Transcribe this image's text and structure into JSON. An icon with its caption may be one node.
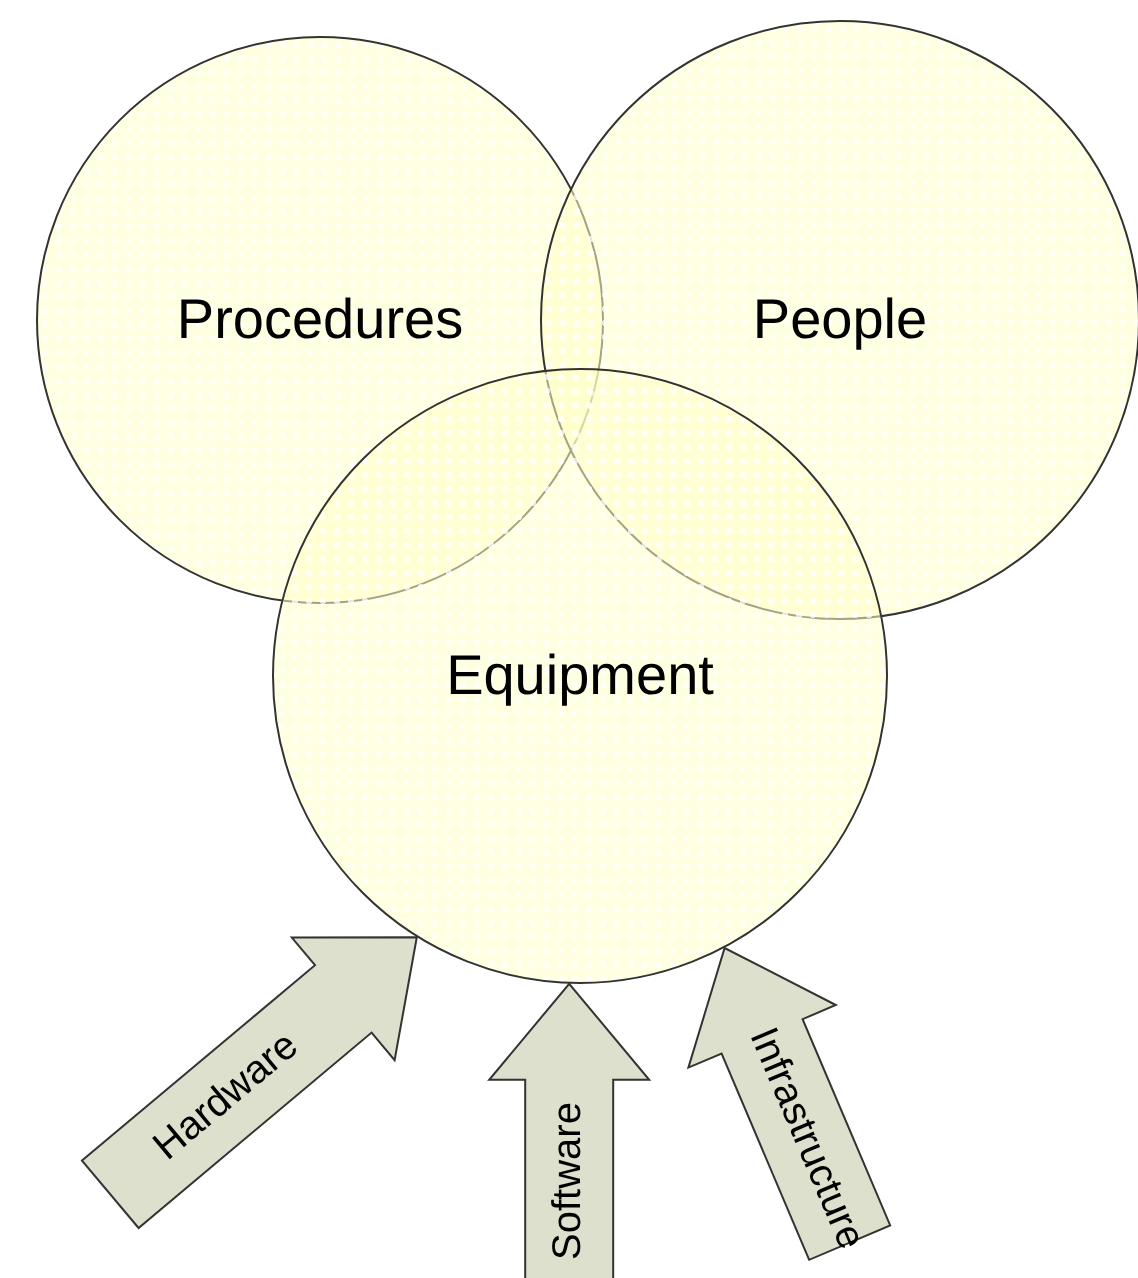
{
  "diagram": {
    "nodes": [
      {
        "text": [
          "Procedures"
        ]
      },
      {
        "text": [
          "People"
        ]
      },
      {
        "text": [
          "Equipment"
        ]
      }
    ],
    "edges": [
      {
        "from": null,
        "to": 2,
        "arrow": "to",
        "label": "Hardware"
      },
      {
        "from": null,
        "to": 2,
        "arrow": "to",
        "label": "Software"
      },
      {
        "from": null,
        "to": 2,
        "arrow": "to",
        "label": "Infrastructure"
      }
    ]
  }
}
